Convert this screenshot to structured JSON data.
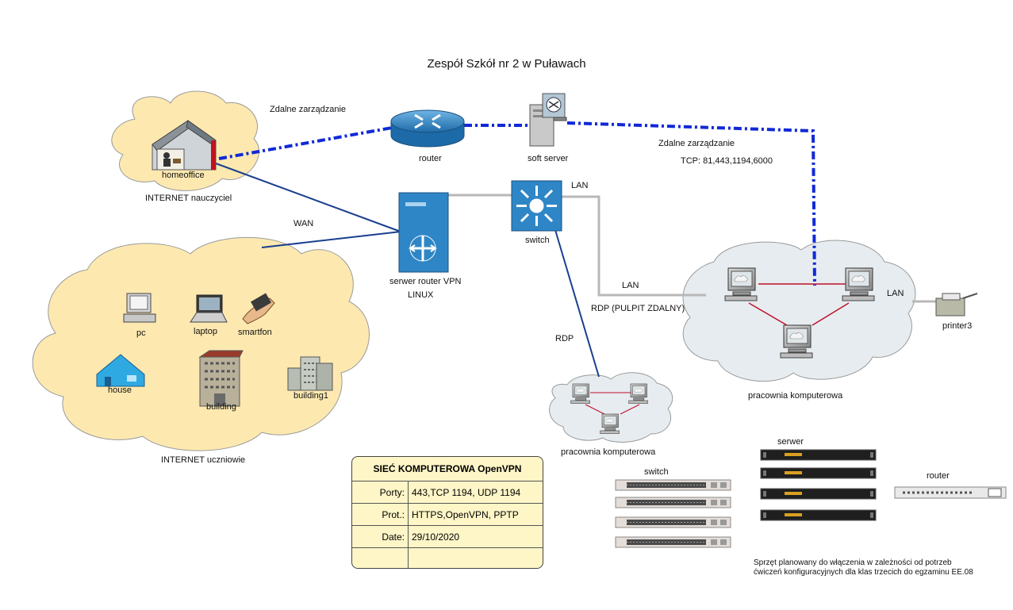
{
  "title": "Zespół Szkół nr 2 w Puławach",
  "labels": {
    "homeoffice": "homeoffice",
    "internet_teacher": "INTERNET nauczyciel",
    "remote_mgmt_1": "Zdalne zarządzanie",
    "router": "router",
    "soft_server": "soft server",
    "remote_mgmt_2": "Zdalne zarządzanie",
    "tcp_ports": "TCP: 81,443,1194,6000",
    "lan_switch": "LAN",
    "wan": "WAN",
    "vpn_server": "serwer router VPN",
    "linux": "LINUX",
    "switch": "switch",
    "lan_lab": "LAN",
    "rdp_desktop": "RDP (PULPIT ZDALNY)",
    "lan_printer": "LAN",
    "printer": "printer3",
    "pc": "pc",
    "laptop": "laptop",
    "smartfon": "smartfon",
    "house": "house",
    "building": "building",
    "building1": "building1",
    "internet_students": "INTERNET uczniowie",
    "rdp": "RDP",
    "lab_main": "pracownia komputerowa",
    "lab_small": "pracownia komputerowa",
    "rack_server": "serwer",
    "rack_switch": "switch",
    "rack_router": "router"
  },
  "legend": {
    "title": "SIEĆ KOMPUTEROWA OpenVPN",
    "rows": [
      {
        "key": "Porty:",
        "value": "443,TCP 1194, UDP 1194"
      },
      {
        "key": "Prot.:",
        "value": "HTTPS,OpenVPN, PPTP"
      },
      {
        "key": "Date:",
        "value": "29/10/2020"
      },
      {
        "key": "",
        "value": ""
      }
    ]
  },
  "note": {
    "line1": "Sprzęt planowany do włączenia w zależności od potrzeb",
    "line2": "ćwiczeń konfiguracyjnych dla klas trzecich do egzaminu EE.08"
  },
  "colors": {
    "cloud_yellow": "#fde9b0",
    "cloud_gray": "#e6ecef",
    "dashed_blue": "#1029d6",
    "wan_line": "#1a3f8f",
    "lan_line": "#b8b8b8",
    "lab_red": "#c0102a",
    "cisco_blue": "#2f86c6"
  }
}
